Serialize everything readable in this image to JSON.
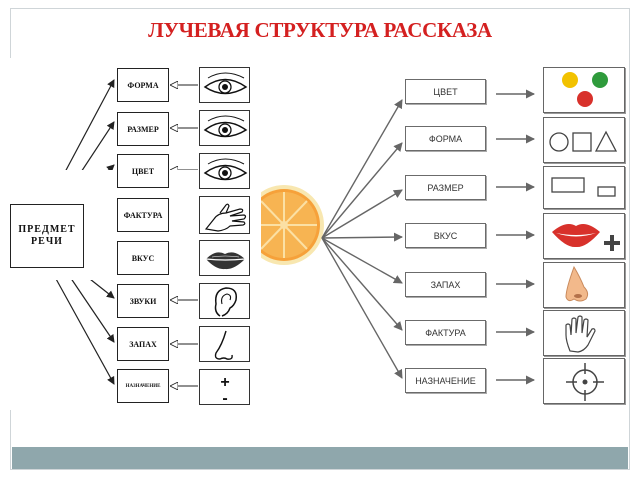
{
  "title": "ЛУЧЕВАЯ СТРУКТУРА РАССКАЗА",
  "left": {
    "center_line1": "ПРЕДМЕТ",
    "center_line2": "РЕЧИ",
    "items": [
      "ФОРМА",
      "РАЗМЕР",
      "ЦВЕТ",
      "ФАКТУРА",
      "ВКУС",
      "ЗВУКИ",
      "ЗАПАХ",
      "НАЗНАЧЕНИЕ"
    ],
    "icons": [
      "eye-icon",
      "eye-icon",
      "eye-icon",
      "hand-icon",
      "lips-icon",
      "ear-icon",
      "nose-icon",
      "plus-minus-icon"
    ],
    "plus_minus": "+ -"
  },
  "right": {
    "items": [
      "ЦВЕТ",
      "ФОРМА",
      "РАЗМЕР",
      "ВКУС",
      "ЗАПАХ",
      "ФАКТУРА",
      "НАЗНАЧЕНИЕ"
    ],
    "icons": [
      "color-dots-icon",
      "shapes-icon",
      "size-rectangles-icon",
      "lips-plus-icon",
      "nose-icon",
      "hand-icon",
      "target-icon"
    ],
    "colors": {
      "yellow": "#f2c200",
      "green": "#2f9b3c",
      "red": "#d8312b",
      "orange": "#f4892b"
    }
  }
}
